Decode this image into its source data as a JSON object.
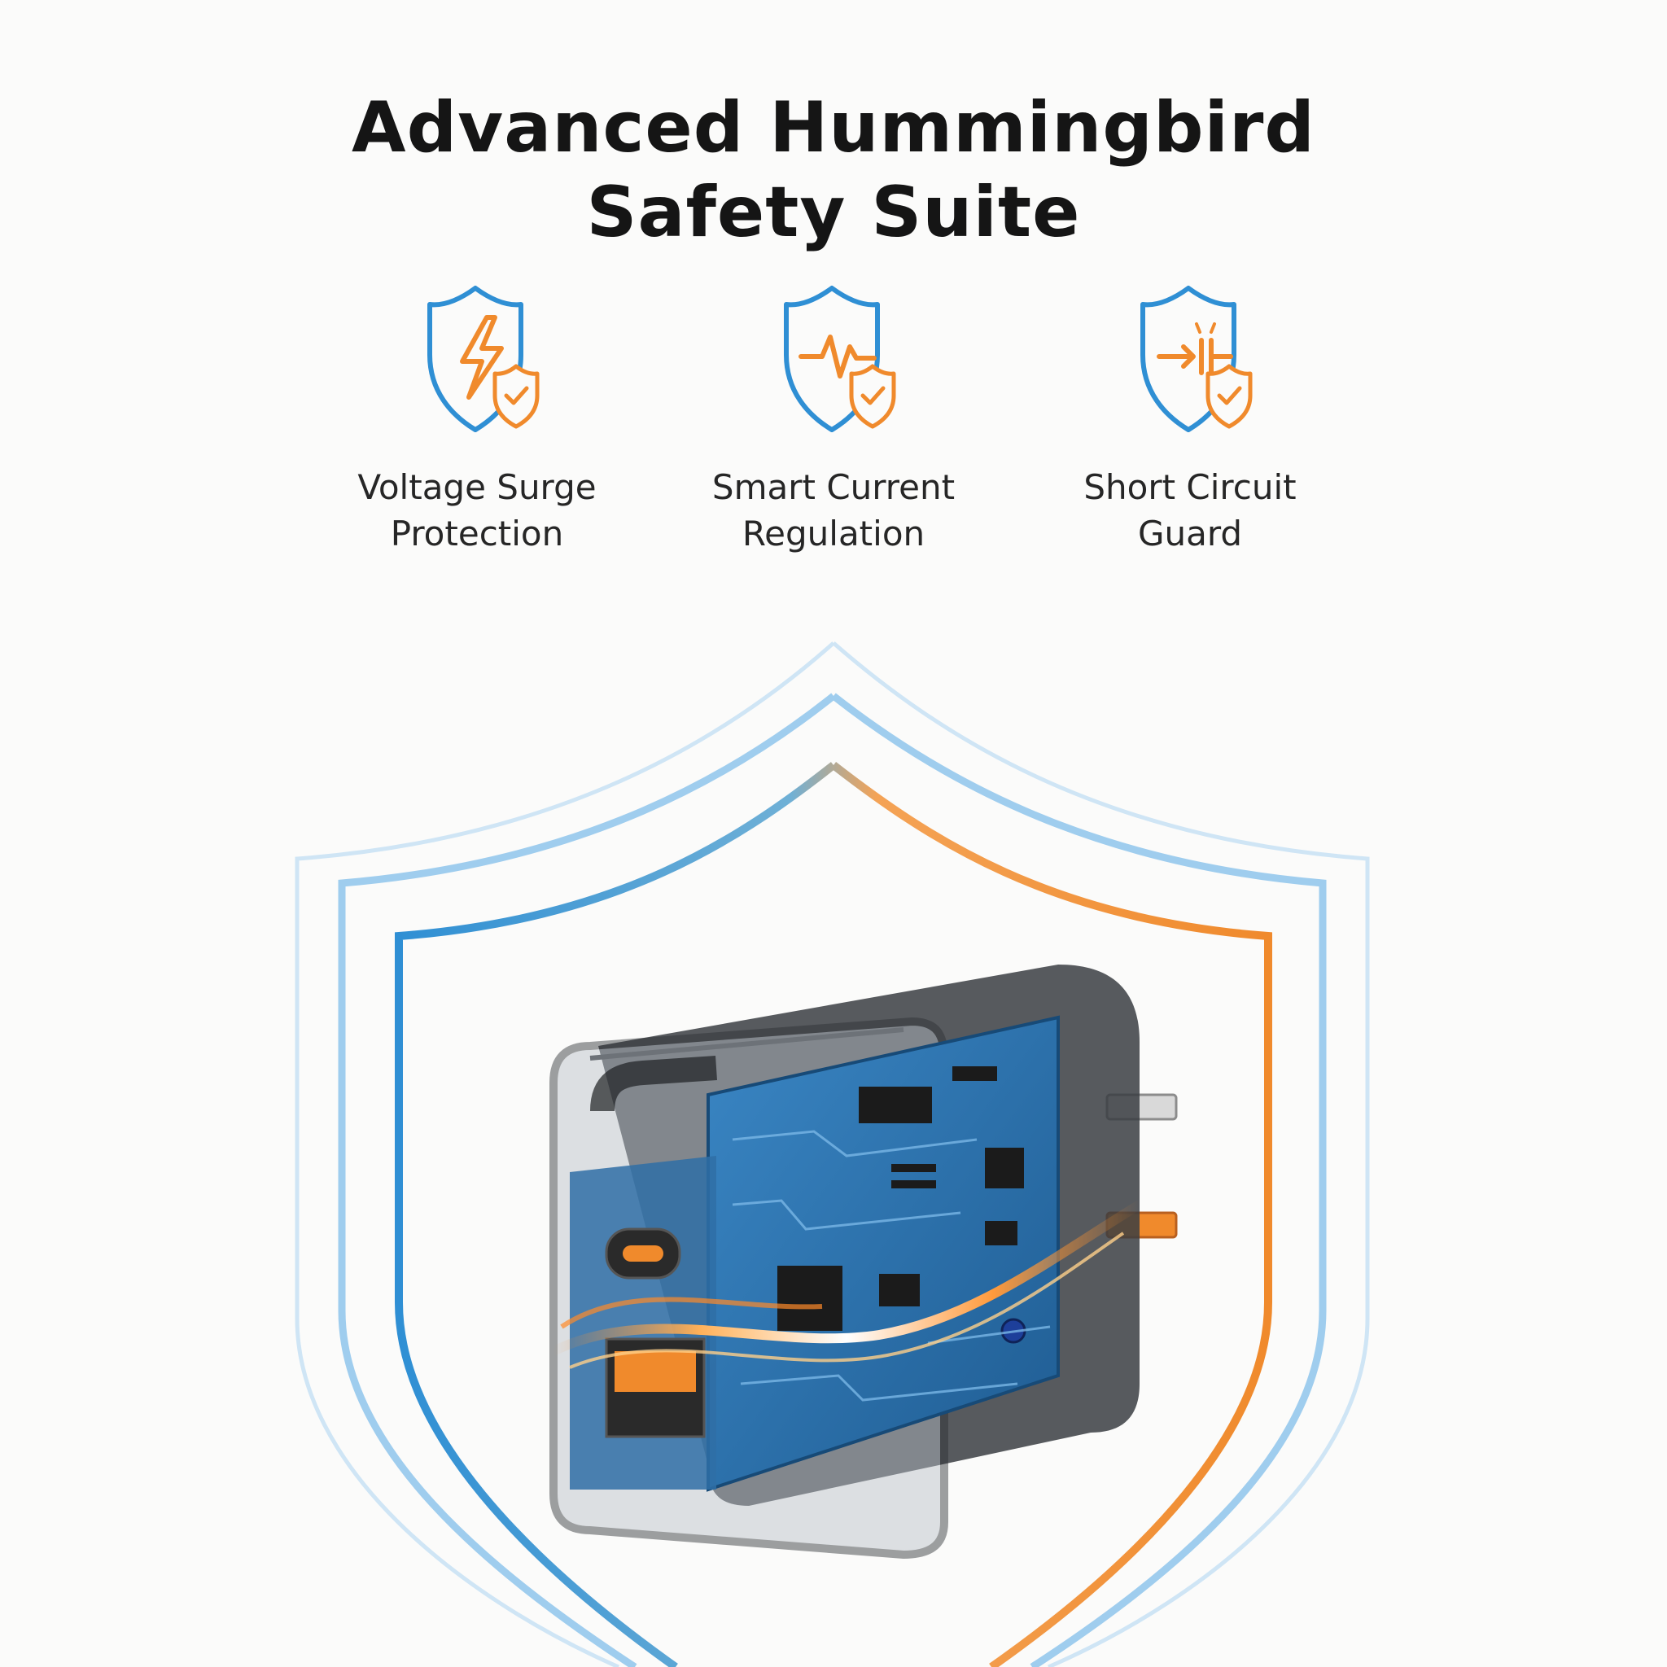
{
  "title": {
    "line1": "Advanced Hummingbird",
    "line2": "Safety Suite"
  },
  "features": [
    {
      "icon": "shield-lightning-icon",
      "line1": "Voltage Surge",
      "line2": "Protection"
    },
    {
      "icon": "shield-pulse-icon",
      "line1": "Smart Current",
      "line2": "Regulation"
    },
    {
      "icon": "shield-circuit-break-icon",
      "line1": "Short Circuit",
      "line2": "Guard"
    }
  ],
  "colors": {
    "background": "#fbfbfa",
    "blue": "#2f8fd4",
    "orange": "#f08a2c",
    "board": "#2c6fa8",
    "text": "#151515"
  }
}
